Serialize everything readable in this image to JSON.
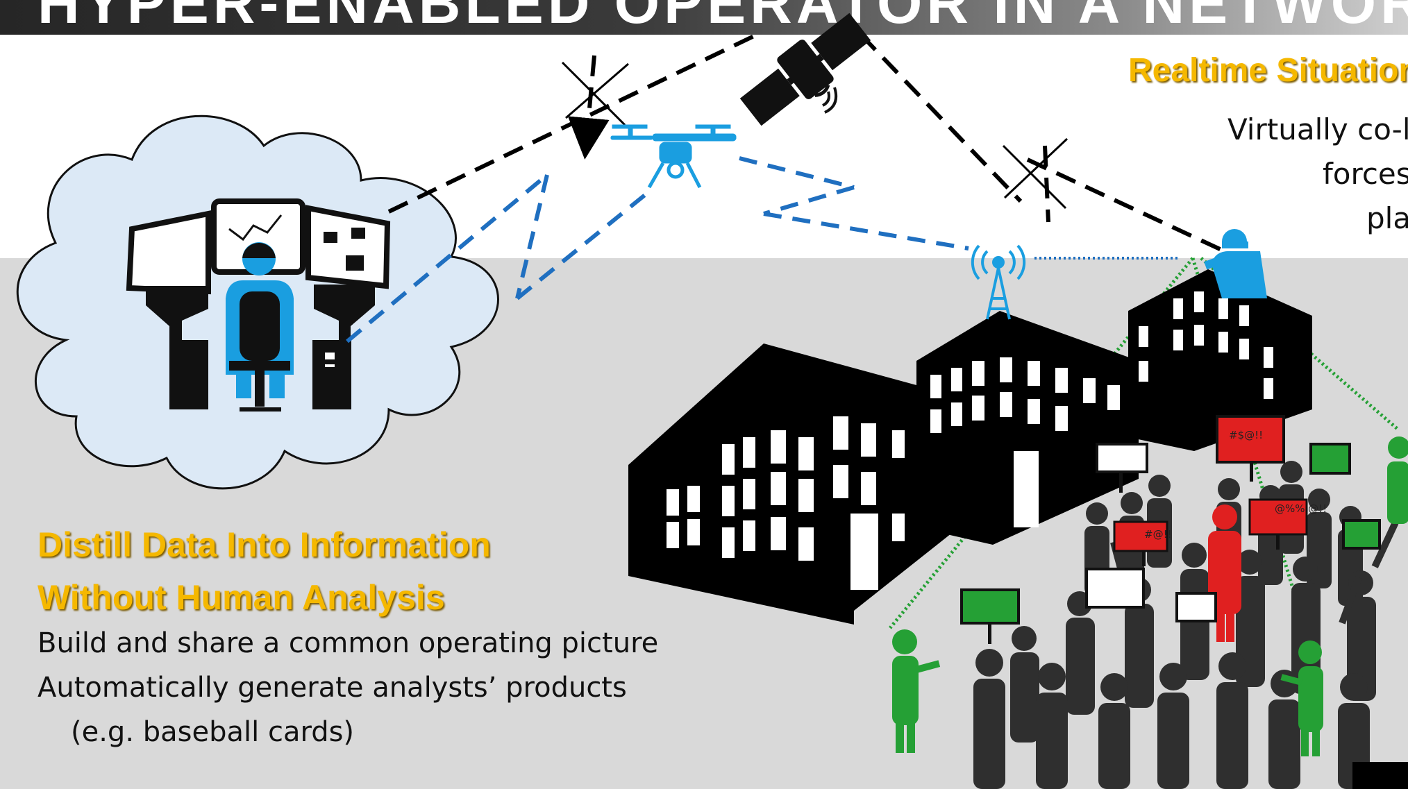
{
  "title": "HYPER-ENABLED OPERATOR IN A NETWORKED OPERATING ENVIRONMENT",
  "left_panel": {
    "heading_line1": "Distill Data Into Information",
    "heading_line2": "Without Human Analysis",
    "bullet1": "Build and share a common operating picture",
    "bullet2": "Automatically generate analysts’ products",
    "bullet2_cont": "(e.g. baseball cards)"
  },
  "right_panel": {
    "heading": "Realtime Situational Awareness",
    "line1": "Virtually co-locate",
    "line2": "forces",
    "line3": "platforms"
  },
  "signs": {
    "sign1": "#$@!!",
    "sign2": "#@!!",
    "sign3": "@%%\n@!!"
  },
  "colors": {
    "title_bar": "#262626",
    "heading": "#f5b800",
    "drone_link": "#1f6fc0",
    "sat_link": "#000000",
    "friendly": "#25a035",
    "hostile": "#e02020",
    "cloud": "#dce9f6",
    "gray_band": "#d9d9d9"
  },
  "icons": [
    "cloud-icon",
    "operator-workstation-icon",
    "satellite-icon",
    "drone-icon",
    "radio-tower-icon",
    "buildings-icon",
    "crowd-icon",
    "soldier-icon",
    "jamming-x-icon",
    "protester-sign-icon"
  ]
}
